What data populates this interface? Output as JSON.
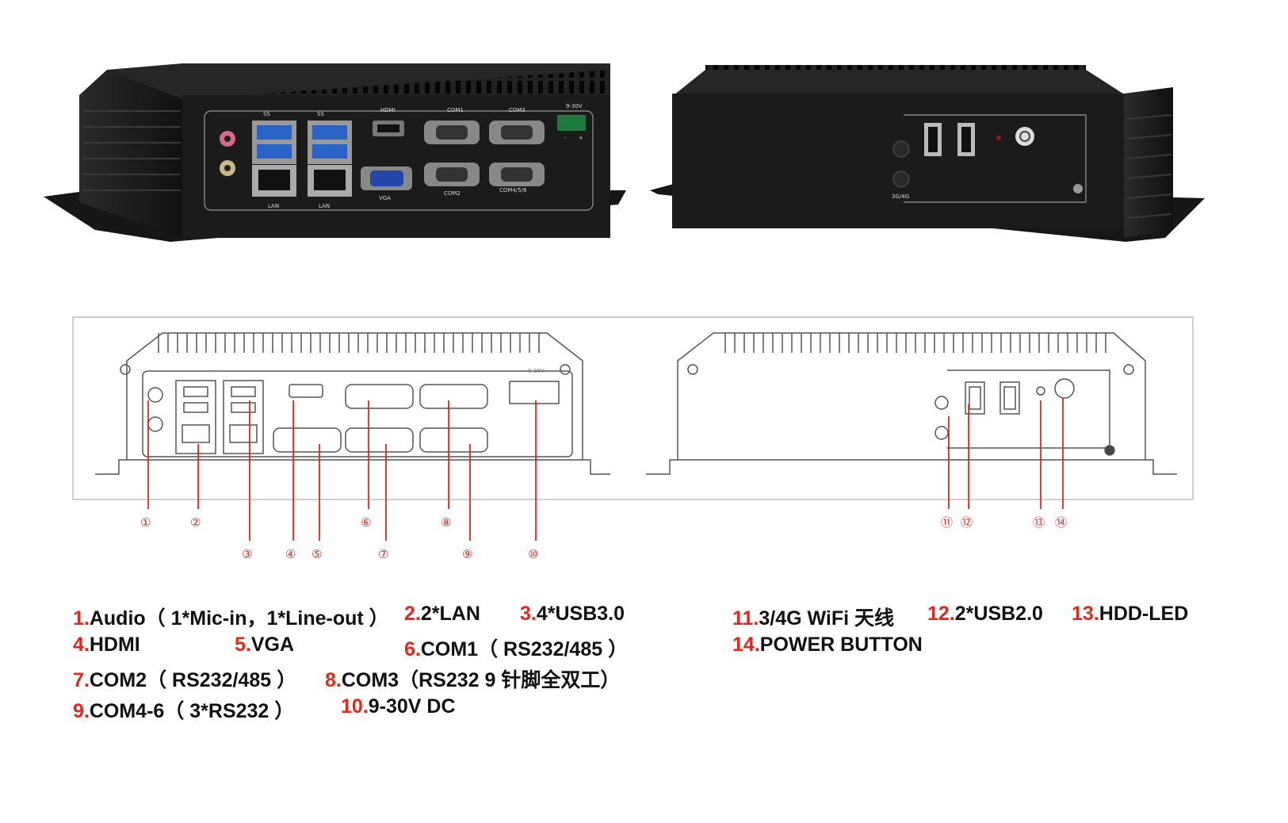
{
  "photo_labels": {
    "ss_usb": "SS",
    "hdmi": "HDMI",
    "com1": "COM1",
    "com3": "COM3",
    "dc": "9-30V",
    "vga": "VGA",
    "com2": "COM2",
    "com456": "COM4/5/6",
    "lan": "LAN",
    "g34": "3G/4G",
    "dc_minus": "-",
    "dc_plus": "+"
  },
  "callouts": [
    "①",
    "②",
    "③",
    "④",
    "⑤",
    "⑥",
    "⑦",
    "⑧",
    "⑨",
    "⑩",
    "⑪",
    "⑫",
    "⑬",
    "⑭"
  ],
  "legend": [
    {
      "num": "1.",
      "text": "Audio（ 1*Mic-in，1*Line-out ）"
    },
    {
      "num": "2.",
      "text": "2*LAN"
    },
    {
      "num": "3.",
      "text": "4*USB3.0"
    },
    {
      "num": "11.",
      "text": "3/4G WiFi 天线"
    },
    {
      "num": "12.",
      "text": "2*USB2.0"
    },
    {
      "num": "13.",
      "text": "HDD-LED"
    },
    {
      "num": "4.",
      "text": "HDMI"
    },
    {
      "num": "5.",
      "text": "VGA"
    },
    {
      "num": "6.",
      "text": "COM1（ RS232/485 ）"
    },
    {
      "num": "14.",
      "text": "POWER BUTTON"
    },
    {
      "num": "7.",
      "text": "COM2（ RS232/485 ）"
    },
    {
      "num": "8.",
      "text": "COM3（RS232 9 针脚全双工）"
    },
    {
      "num": "9.",
      "text": "COM4-6（ 3*RS232 ）"
    },
    {
      "num": "10.",
      "text": "9-30V DC"
    }
  ],
  "colors": {
    "accent": "#e8261c",
    "chassis": "#1e1e1e",
    "text": "#111111"
  }
}
